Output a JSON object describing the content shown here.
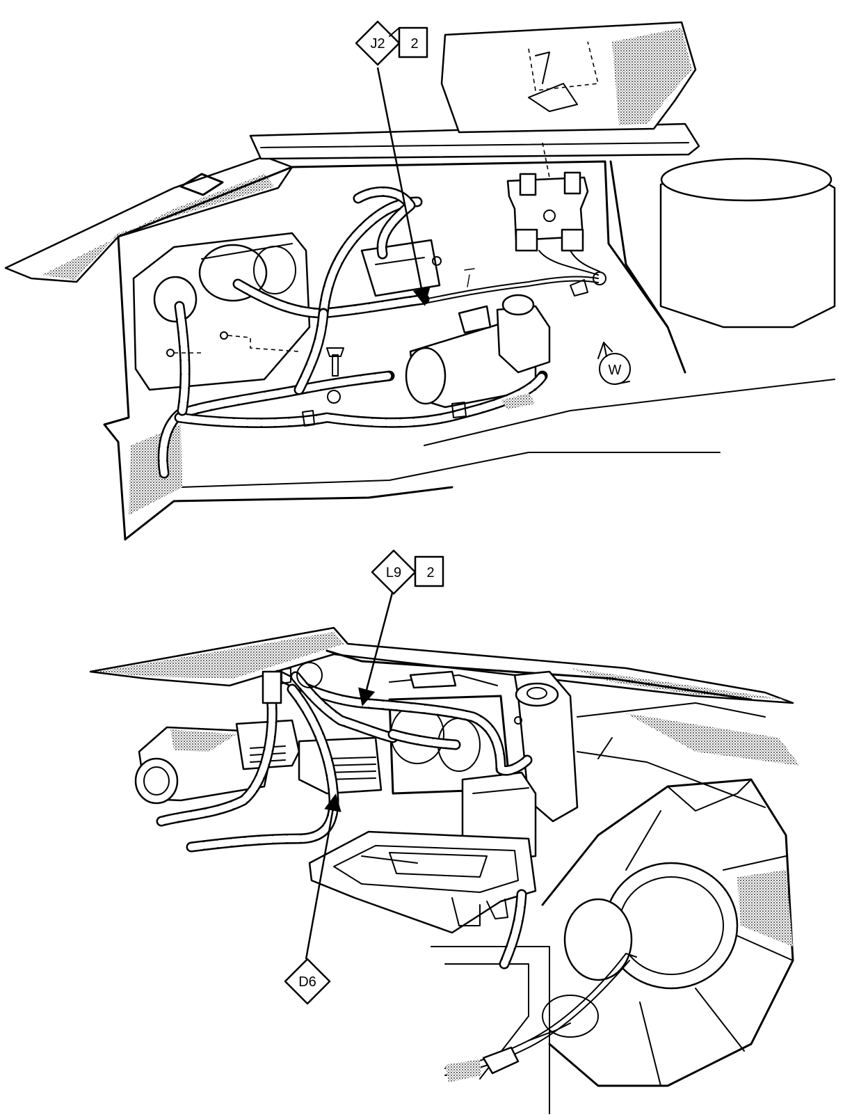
{
  "callouts": {
    "upper": {
      "code": "J2",
      "ref": "2"
    },
    "lower": {
      "code": "L9",
      "ref": "2"
    },
    "bottom": {
      "code": "D6"
    }
  },
  "view_marker": {
    "letter": "W"
  }
}
